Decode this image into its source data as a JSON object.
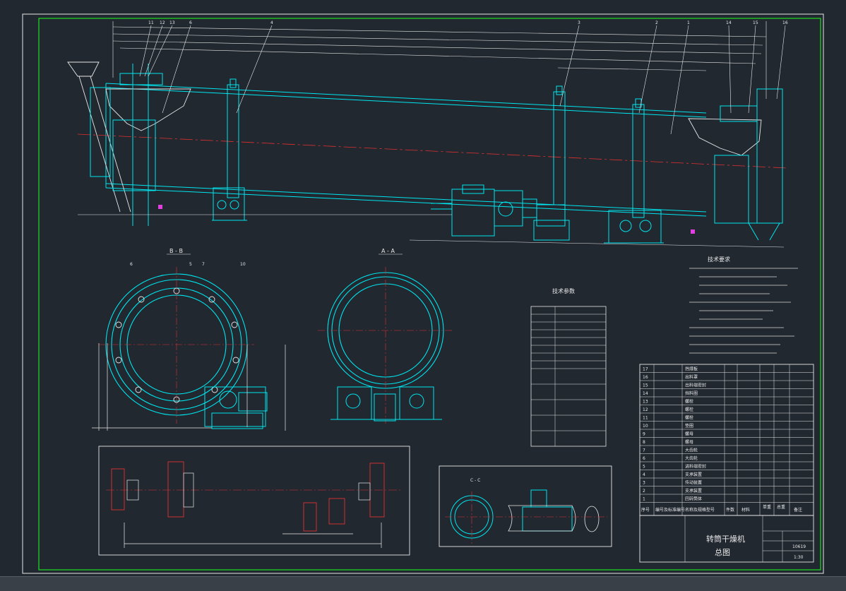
{
  "colors": {
    "background": "#212830",
    "frame": "#20e020",
    "cyan": "#00e5ee",
    "white": "#e8e8e8",
    "red": "#e03030",
    "yellow": "#e0e040",
    "magenta": "#e040e0"
  },
  "views": {
    "section_b": "B - B",
    "section_a": "A - A",
    "section_c": "C - C"
  },
  "callouts": [
    "11",
    "12",
    "13",
    "6",
    "4",
    "3",
    "2",
    "1",
    "14",
    "15",
    "16",
    "5",
    "10",
    "7"
  ],
  "tech_params": {
    "title": "技术参数"
  },
  "notes": {
    "title": "技术要求"
  },
  "title_block": {
    "name": "转筒干燥机",
    "sub": "总图",
    "scale": "1:30",
    "code": "10619"
  },
  "bom_header": [
    "序号",
    "编号及标准编号",
    "名称及规格型号",
    "件数",
    "材料",
    "单重",
    "总重",
    "备注"
  ],
  "bom_rows": [
    {
      "no": "17",
      "name": "挡煤板"
    },
    {
      "no": "16",
      "name": "出料罩"
    },
    {
      "no": "15",
      "name": "出料端密封"
    },
    {
      "no": "14",
      "name": "挡料圈"
    },
    {
      "no": "13",
      "name": "螺栓"
    },
    {
      "no": "12",
      "name": "螺栓"
    },
    {
      "no": "11",
      "name": "螺栓"
    },
    {
      "no": "10",
      "name": "垫圈"
    },
    {
      "no": "9",
      "name": "螺母"
    },
    {
      "no": "8",
      "name": "螺母"
    },
    {
      "no": "7",
      "name": "大齿轮"
    },
    {
      "no": "6",
      "name": "大齿轮"
    },
    {
      "no": "5",
      "name": "进料端密封"
    },
    {
      "no": "4",
      "name": "支承装置"
    },
    {
      "no": "3",
      "name": "传动装置"
    },
    {
      "no": "2",
      "name": "支承装置"
    },
    {
      "no": "1",
      "name": "回转筒体"
    }
  ]
}
